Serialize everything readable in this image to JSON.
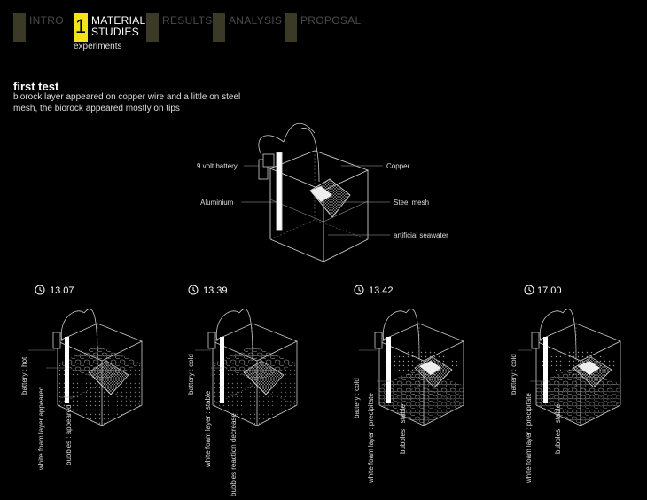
{
  "nav": {
    "items": [
      {
        "num": "",
        "label": "INTRO"
      },
      {
        "num": "1",
        "label": "MATERIAL\nSTUDIES"
      },
      {
        "num": "",
        "label": "RESULTS"
      },
      {
        "num": "",
        "label": "ANALYSIS"
      },
      {
        "num": "",
        "label": "PROPOSAL"
      }
    ],
    "active_sub": "experiments"
  },
  "heading": {
    "title": "first test",
    "description": "biorock layer appeared on copper wire and a little on steel mesh, the biorock appeared mostly on tips"
  },
  "main_diagram": {
    "labels": {
      "battery": "9 volt battery",
      "aluminium": "Aluminium",
      "copper": "Copper",
      "steel_mesh": "Steel mesh",
      "seawater": "artificial seawater"
    }
  },
  "experiments": [
    {
      "time": "13.07",
      "notes": [
        "battery : hot",
        "white foam layer appeared",
        "bubbles : appeared"
      ]
    },
    {
      "time": "13.39",
      "notes": [
        "battery : cold",
        "white foam layer : stable",
        "bubbles reaction decrease"
      ]
    },
    {
      "time": "13.42",
      "notes": [
        "battery : cold",
        "white foam layer : precipitate",
        "bubbles : stable"
      ]
    },
    {
      "time": "17.00",
      "notes": [
        "battery : cold",
        "white foam layer : precipitate",
        "bubbles : stable"
      ]
    }
  ],
  "colors": {
    "accent": "#f4e31b",
    "background": "#000000",
    "inactive": "#3b3a26"
  }
}
